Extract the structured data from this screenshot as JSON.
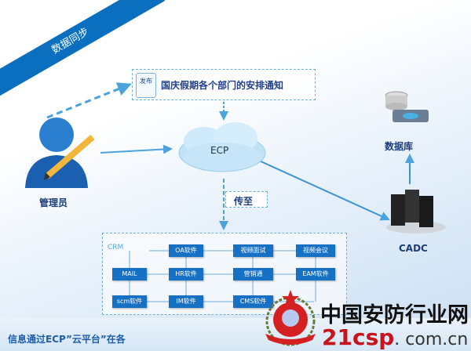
{
  "ribbon": {
    "label": "数据同步"
  },
  "notice": {
    "icon_text": "发布",
    "title": "国庆假期各个部门的安排通知"
  },
  "cloud": {
    "label": "ECP"
  },
  "admin": {
    "label": "管理员"
  },
  "database": {
    "label": "数据库"
  },
  "server": {
    "label": "CADC"
  },
  "transfer": {
    "label": "传至"
  },
  "systems": {
    "crm_logo": "CRM",
    "blocks": [
      "OA软件",
      "视频面试",
      "视频会议",
      "MAIL",
      "HR软件",
      "营销通",
      "EAM软件",
      "scm软件",
      "IM软件",
      "CMS软件"
    ]
  },
  "footer": {
    "text": "信息通过ECP”云平台”在各"
  },
  "watermark": {
    "title": "中国安防行业网",
    "site_a": "21csp",
    "site_b": ". com.cn",
    "seal": "CSPIA"
  },
  "colors": {
    "accent": "#0b6fbf",
    "block": "#1670c4"
  }
}
